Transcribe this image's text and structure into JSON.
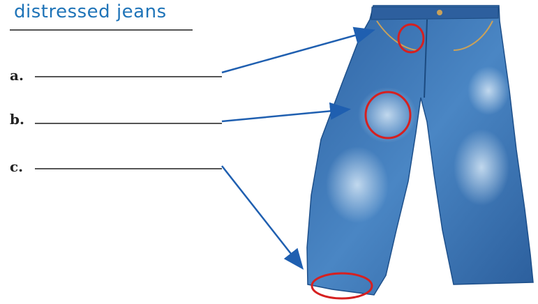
{
  "worksheet": {
    "title": "distressed jeans",
    "items": [
      {
        "letter": "a."
      },
      {
        "letter": "b."
      },
      {
        "letter": "c."
      }
    ]
  },
  "colors": {
    "title": "#1f74b8",
    "arrow": "#1f5fb0",
    "circle": "#d62020",
    "denim": "#3a73b3"
  }
}
